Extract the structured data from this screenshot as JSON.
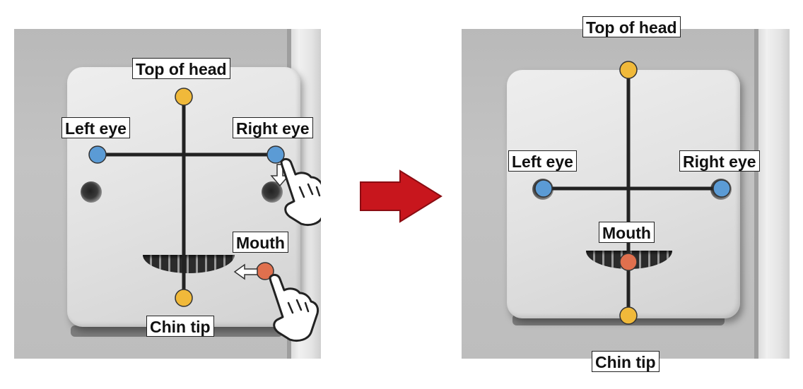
{
  "before": {
    "labels": {
      "top_of_head": "Top of head",
      "left_eye": "Left eye",
      "right_eye": "Right eye",
      "mouth": "Mouth",
      "chin_tip": "Chin tip"
    }
  },
  "after": {
    "labels": {
      "top_of_head": "Top of head",
      "left_eye": "Left eye",
      "right_eye": "Right eye",
      "mouth": "Mouth",
      "chin_tip": "Chin tip"
    }
  },
  "colors": {
    "head_chin_point": "#f0b93a",
    "eye_point": "#5b9bd5",
    "mouth_point": "#e0704e",
    "arrow_fill": "#c8161d",
    "line": "#222222"
  },
  "icons": {
    "transition": "arrow-right-icon",
    "drag": "pointing-hand-icon"
  }
}
